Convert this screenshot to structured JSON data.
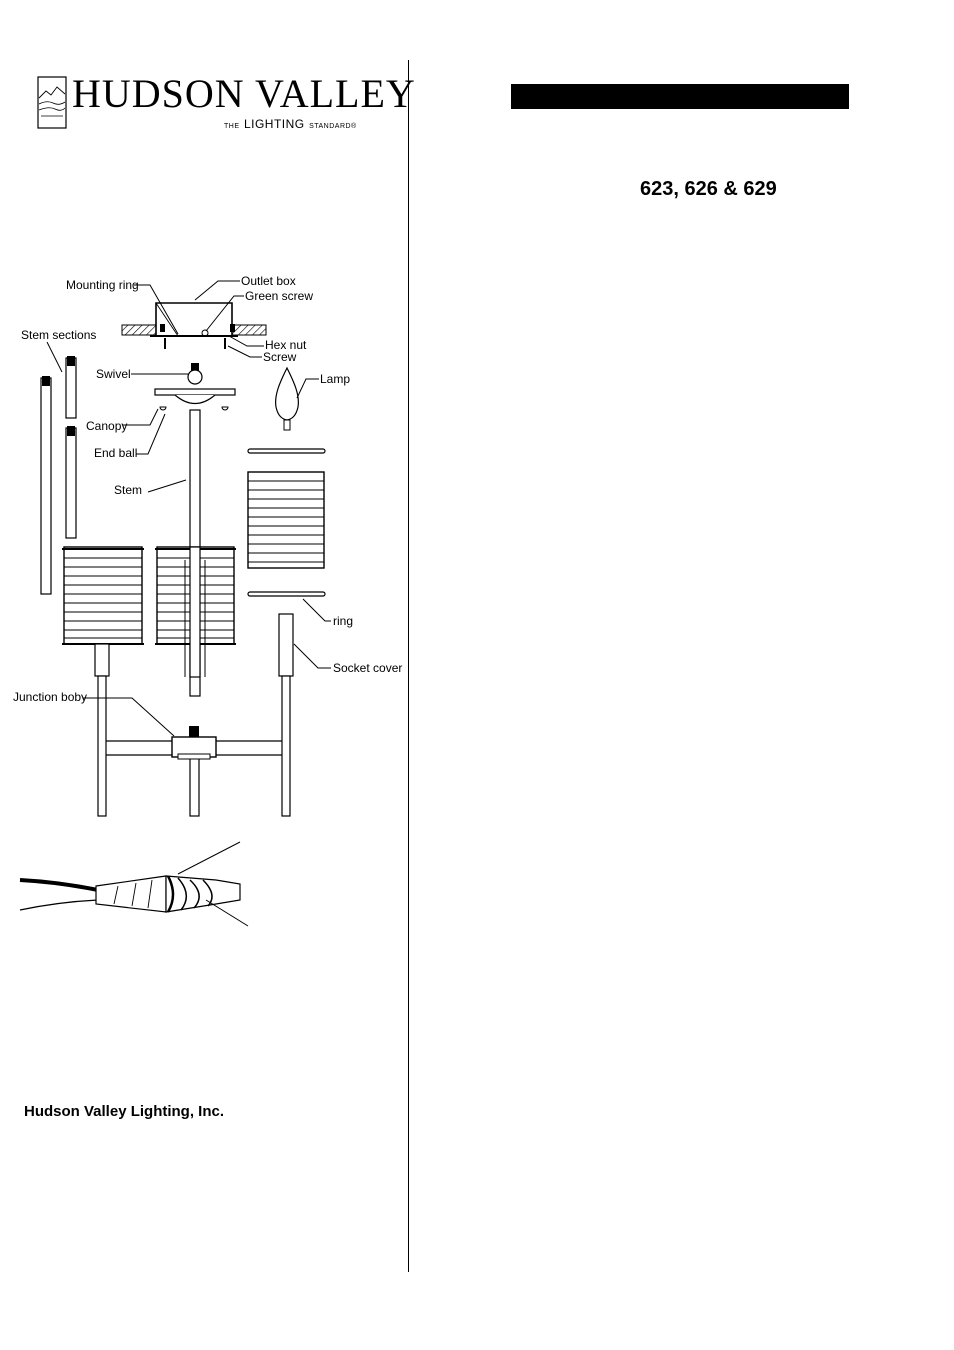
{
  "logo": {
    "brand": "HUDSON VALLEY",
    "tag_the": "THE",
    "tag_lighting": "LIGHTING",
    "tag_standard": "STANDARD®"
  },
  "models": "623, 626 & 629",
  "company": "Hudson Valley Lighting, Inc.",
  "labels": {
    "mounting_ring": "Mounting ring",
    "outlet_box": "Outlet box",
    "green_screw": "Green screw",
    "hex_nut": "Hex nut",
    "screw": "Screw",
    "stem_sections": "Stem sections",
    "swivel": "Swivel",
    "lamp": "Lamp",
    "canopy": "Canopy",
    "end_ball": "End ball",
    "stem": "Stem",
    "ring": "ring",
    "socket_cover": "Socket cover",
    "junction_body": "Junction boby"
  }
}
